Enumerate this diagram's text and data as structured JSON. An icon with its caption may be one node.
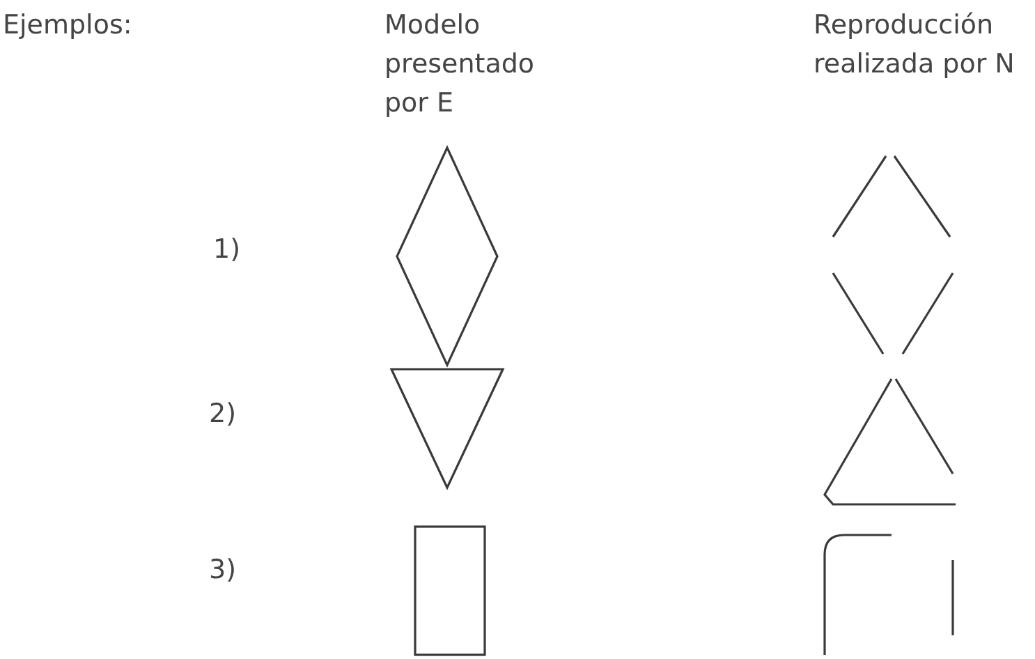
{
  "diagram": {
    "labels": [
      "Ejemplos:",
      "Modelo presentado por E",
      "Reproducción realizada por N",
      "1)",
      "2)",
      "3)"
    ]
  }
}
